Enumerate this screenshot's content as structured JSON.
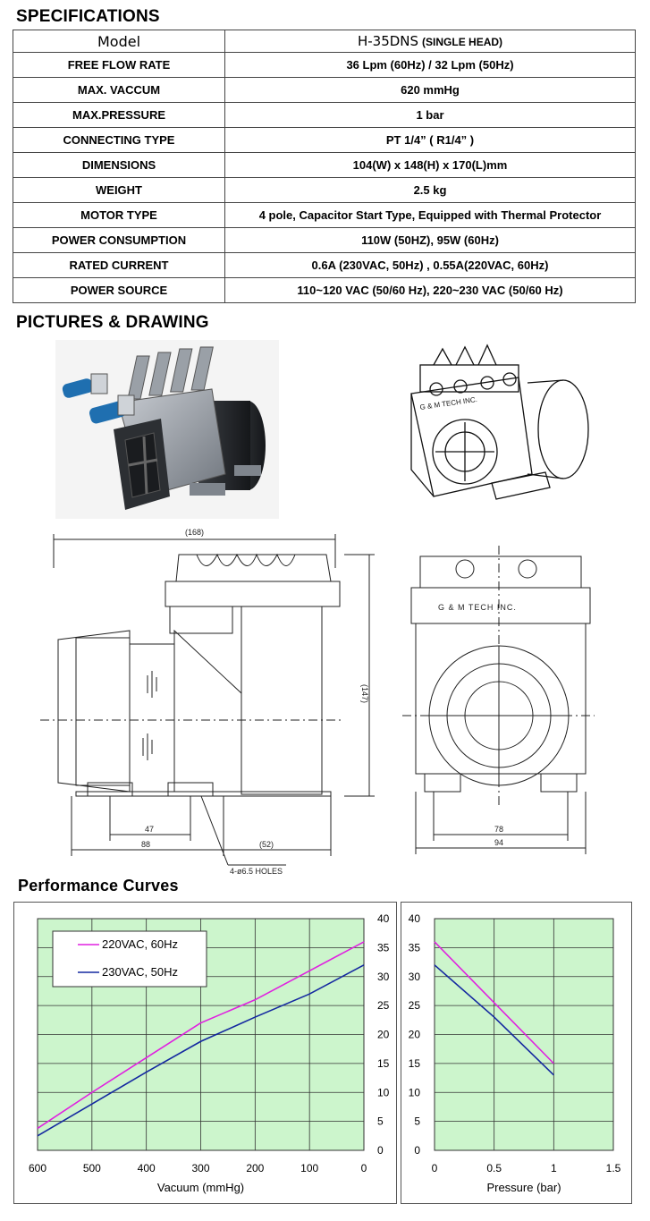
{
  "specifications": {
    "heading": "SPECIFICATIONS",
    "model_label": "Model",
    "model_value": "H-35DNS",
    "model_note": "(SINGLE HEAD)",
    "rows": [
      {
        "label": "FREE FLOW RATE",
        "value": "36 Lpm (60Hz) / 32 Lpm (50Hz)"
      },
      {
        "label": "MAX. VACCUM",
        "value": "620 mmHg"
      },
      {
        "label": "MAX.PRESSURE",
        "value": "1 bar"
      },
      {
        "label": "CONNECTING TYPE",
        "value": "PT 1/4” ( R1/4” )"
      },
      {
        "label": "DIMENSIONS",
        "value": "104(W) x 148(H) x 170(L)mm"
      },
      {
        "label": "WEIGHT",
        "value": "2.5 kg"
      },
      {
        "label": "MOTOR TYPE",
        "value": "4 pole, Capacitor Start Type, Equipped with Thermal Protector"
      },
      {
        "label": "POWER CONSUMPTION",
        "value": "110W (50HZ), 95W (60Hz)"
      },
      {
        "label": "RATED CURRENT",
        "value": "0.6A (230VAC, 50Hz) , 0.55A(220VAC, 60Hz)"
      },
      {
        "label": "POWER SOURCE",
        "value": "110~120 VAC (50/60 Hz),    220~230 VAC (50/60 Hz)"
      }
    ]
  },
  "pictures": {
    "heading": "PICTURES & DRAWING",
    "brand_text": "G & M   TECH   INC.",
    "dims": {
      "overall_length": "(168)",
      "height": "(147)",
      "base_47": "47",
      "base_88": "88",
      "base_52": "(52)",
      "holes": "4-ø6.5 HOLES",
      "width_78": "78",
      "width_94": "94"
    }
  },
  "performance": {
    "heading": "Performance Curves",
    "colors": {
      "s220": "#e020e0",
      "s230": "#1428a0",
      "plot_bg": "#ccf5cc"
    },
    "legend": [
      "220VAC, 60Hz",
      "230VAC, 50Hz"
    ]
  },
  "chart_data": [
    {
      "type": "line",
      "xlabel": "Vacuum (mmHg)",
      "ylabel": "",
      "xlim": [
        600,
        0
      ],
      "ylim": [
        0,
        40
      ],
      "x_ticks": [
        600,
        500,
        400,
        300,
        200,
        100,
        0
      ],
      "y_ticks": [
        0,
        5,
        10,
        15,
        20,
        25,
        30,
        35,
        40
      ],
      "grid": true,
      "legend_position": "top-left",
      "series": [
        {
          "name": "220VAC, 60Hz",
          "x": [
            600,
            500,
            400,
            300,
            200,
            100,
            0
          ],
          "y": [
            3.8,
            10.0,
            16.0,
            22.0,
            26.0,
            31.0,
            36.0
          ]
        },
        {
          "name": "230VAC, 50Hz",
          "x": [
            600,
            500,
            400,
            300,
            200,
            100,
            0
          ],
          "y": [
            2.5,
            8.0,
            13.5,
            18.8,
            23.0,
            27.0,
            32.0
          ]
        }
      ]
    },
    {
      "type": "line",
      "xlabel": "Pressure (bar)",
      "ylabel": "",
      "xlim": [
        0,
        1.5
      ],
      "ylim": [
        0,
        40
      ],
      "x_ticks": [
        0,
        0.5,
        1,
        1.5
      ],
      "y_ticks": [
        0,
        5,
        10,
        15,
        20,
        25,
        30,
        35,
        40
      ],
      "grid": true,
      "series": [
        {
          "name": "220VAC, 60Hz",
          "x": [
            0,
            0.5,
            1
          ],
          "y": [
            36.0,
            25.5,
            15.0
          ]
        },
        {
          "name": "230VAC, 50Hz",
          "x": [
            0,
            0.5,
            1
          ],
          "y": [
            32.0,
            23.0,
            13.0
          ]
        }
      ]
    }
  ]
}
